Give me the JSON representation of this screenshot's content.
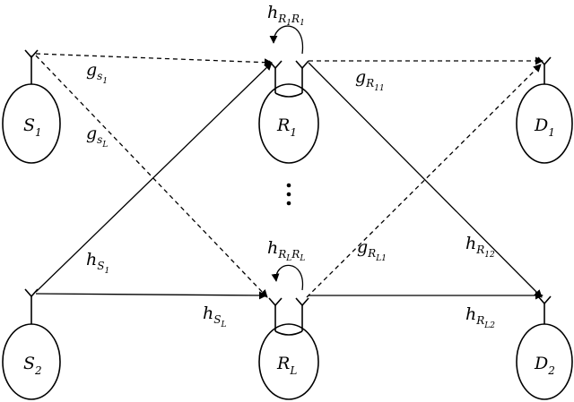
{
  "nodes": {
    "s1": {
      "base": "S",
      "sub": "1"
    },
    "s2": {
      "base": "S",
      "sub": "2"
    },
    "r1": {
      "base": "R",
      "sub": "1"
    },
    "rl": {
      "base": "R",
      "sub": "L"
    },
    "d1": {
      "base": "D",
      "sub": "1"
    },
    "d2": {
      "base": "D",
      "sub": "2"
    }
  },
  "links": {
    "g_s1": {
      "base": "g",
      "sub": "s",
      "subsub": "1"
    },
    "g_sl": {
      "base": "g",
      "sub": "s",
      "subsub": "L"
    },
    "h_s1": {
      "base": "h",
      "sub": "S",
      "subsub": "1"
    },
    "h_sl": {
      "base": "h",
      "sub": "S",
      "subsub": "L"
    },
    "g_r11": {
      "base": "g",
      "sub": "R",
      "subsub": "11"
    },
    "g_rl1": {
      "base": "g",
      "sub": "R",
      "subsub": "L1"
    },
    "h_r12": {
      "base": "h",
      "sub": "R",
      "subsub": "12"
    },
    "h_rl2": {
      "base": "h",
      "sub": "R",
      "subsub": "L2"
    },
    "h_r1r1": {
      "base": "h",
      "sub1": "R",
      "subsub1": "1",
      "sub2": "R",
      "subsub2": "1"
    },
    "h_rlrl": {
      "base": "h",
      "sub1": "R",
      "subsub1": "L",
      "sub2": "R",
      "subsub2": "L"
    }
  },
  "dots": "⋮"
}
